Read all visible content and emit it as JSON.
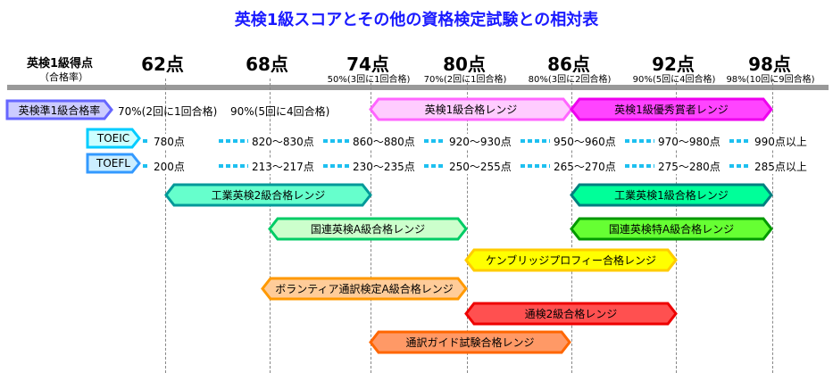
{
  "title": "英検1級スコアとその他の資格検定試験との相対表",
  "header": {
    "label": "英検1級得点",
    "sublabel": "（合格率）",
    "scores": [
      "62点",
      "68点",
      "74点",
      "80点",
      "86点",
      "92点",
      "98点"
    ],
    "rates": [
      "50%(3回に1回合格)",
      "70%(2回に1回合格)",
      "80%(3回に2回合格)",
      "90%(5回に4回合格)",
      "98%(10回に9回合格)"
    ]
  },
  "jun1": {
    "label": "英検準1級合格率",
    "rates": [
      "70%(2回に1回合格)",
      "90%(5回に4回合格)"
    ]
  },
  "toeic": {
    "label": "TOEIC",
    "values": [
      "780点",
      "820〜830点",
      "860〜880点",
      "920〜930点",
      "950〜960点",
      "970〜980点",
      "990点以上"
    ]
  },
  "toefl": {
    "label": "TOEFL",
    "values": [
      "200点",
      "213〜217点",
      "230〜235点",
      "250〜255点",
      "265〜270点",
      "275〜280点",
      "285点以上"
    ]
  },
  "ranges": [
    {
      "label": "英検1級合格レンジ",
      "fill": "#ffccff",
      "stroke": "#ff66ff"
    },
    {
      "label": "英検1級優秀賞者レンジ",
      "fill": "#ff44ff",
      "stroke": "#ee00ee"
    },
    {
      "label": "工業英検2級合格レンジ",
      "fill": "#66ffcc",
      "stroke": "#009999"
    },
    {
      "label": "工業英検1級合格レンジ",
      "fill": "#00ff99",
      "stroke": "#008080"
    },
    {
      "label": "国連英検A級合格レンジ",
      "fill": "#ccffcc",
      "stroke": "#00cc66"
    },
    {
      "label": "国連英検特A級合格レンジ",
      "fill": "#66ff33",
      "stroke": "#009900"
    },
    {
      "label": "ケンブリッジプロフィー合格レンジ",
      "fill": "#ffff00",
      "stroke": "#ffcc00"
    },
    {
      "label": "ボランティア通訳検定A級合格レンジ",
      "fill": "#ffcc99",
      "stroke": "#ff9900"
    },
    {
      "label": "通検2級合格レンジ",
      "fill": "#ff5050",
      "stroke": "#ee0000"
    },
    {
      "label": "通訳ガイド試験合格レンジ",
      "fill": "#ff9966",
      "stroke": "#ff6600"
    }
  ],
  "colors": {
    "jun1_fill": "#ccccff",
    "jun1_stroke": "#6666ff",
    "toeic_fill": "#ccffff",
    "toeic_stroke": "#00ccff",
    "toefl_fill": "#cceeff",
    "toefl_stroke": "#3399ff"
  }
}
